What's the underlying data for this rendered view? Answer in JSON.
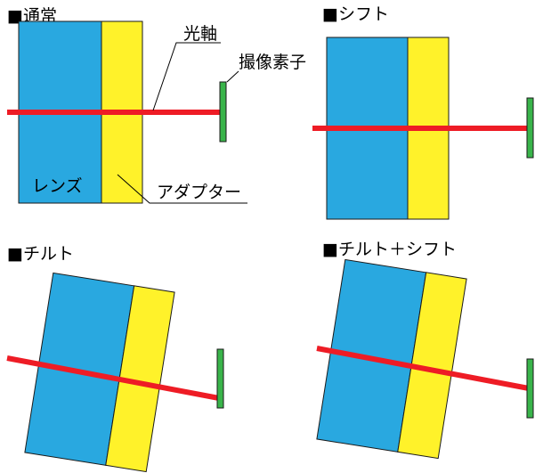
{
  "panels": {
    "normal": {
      "title": "■通常"
    },
    "shift": {
      "title": "■シフト"
    },
    "tilt": {
      "title": "■チルト"
    },
    "tilt_shift": {
      "title": "■チルト＋シフト"
    }
  },
  "labels": {
    "optical_axis": "光軸",
    "image_sensor": "撮像素子",
    "lens": "レンズ",
    "adapter": "アダプター"
  },
  "colors": {
    "lens": "#29a8e0",
    "adapter": "#fff22a",
    "axis": "#ee1c25",
    "sensor": "#39b44a",
    "outline": "#1a1a1a"
  }
}
